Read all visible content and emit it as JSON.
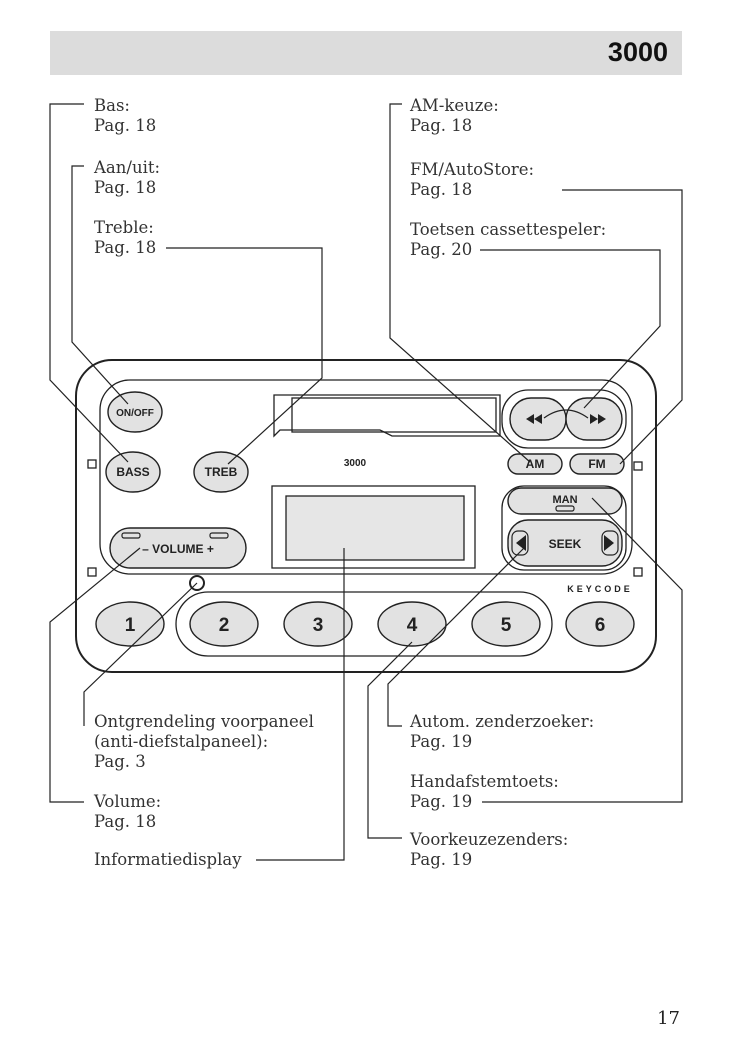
{
  "header": {
    "title": "3000"
  },
  "callouts": {
    "bas": {
      "name": "Bas:",
      "page": "Pag. 18"
    },
    "aan_uit": {
      "name": "Aan/uit:",
      "page": "Pag. 18"
    },
    "treble": {
      "name": "Treble:",
      "page": "Pag. 18"
    },
    "am_keuze": {
      "name": "AM-keuze:",
      "page": "Pag. 18"
    },
    "fm_autostore": {
      "name": "FM/AutoStore:",
      "page": "Pag. 18"
    },
    "cassette": {
      "name": "Toetsen cassettespeler:",
      "page": "Pag. 20"
    },
    "ontgrendeling": {
      "name": "Ontgrendeling voorpaneel",
      "sub": "(anti-diefstalpaneel):",
      "page": "Pag. 3"
    },
    "volume": {
      "name": "Volume:",
      "page": "Pag. 18"
    },
    "informatiedisplay": {
      "name": "Informatiedisplay"
    },
    "autom": {
      "name": "Autom. zenderzoeker:",
      "page": "Pag. 19"
    },
    "handafstem": {
      "name": "Handafstemtoets:",
      "page": "Pag. 19"
    },
    "voorkeuze": {
      "name": "Voorkeuzezenders:",
      "page": "Pag. 19"
    }
  },
  "radio": {
    "model": "3000",
    "buttons": {
      "onoff": "ON/OFF",
      "bass": "BASS",
      "treb": "TREB",
      "volume": "– VOLUME +",
      "am": "AM",
      "fm": "FM",
      "man": "MAN",
      "seek": "SEEK",
      "keycode": "KEYCODE"
    },
    "presets": [
      "1",
      "2",
      "3",
      "4",
      "5",
      "6"
    ],
    "icons": {
      "rewind": "rewind-icon",
      "fast_forward": "fast-forward-icon",
      "seek_left": "triangle-left-icon",
      "seek_right": "triangle-right-icon"
    }
  },
  "page_number": "17"
}
